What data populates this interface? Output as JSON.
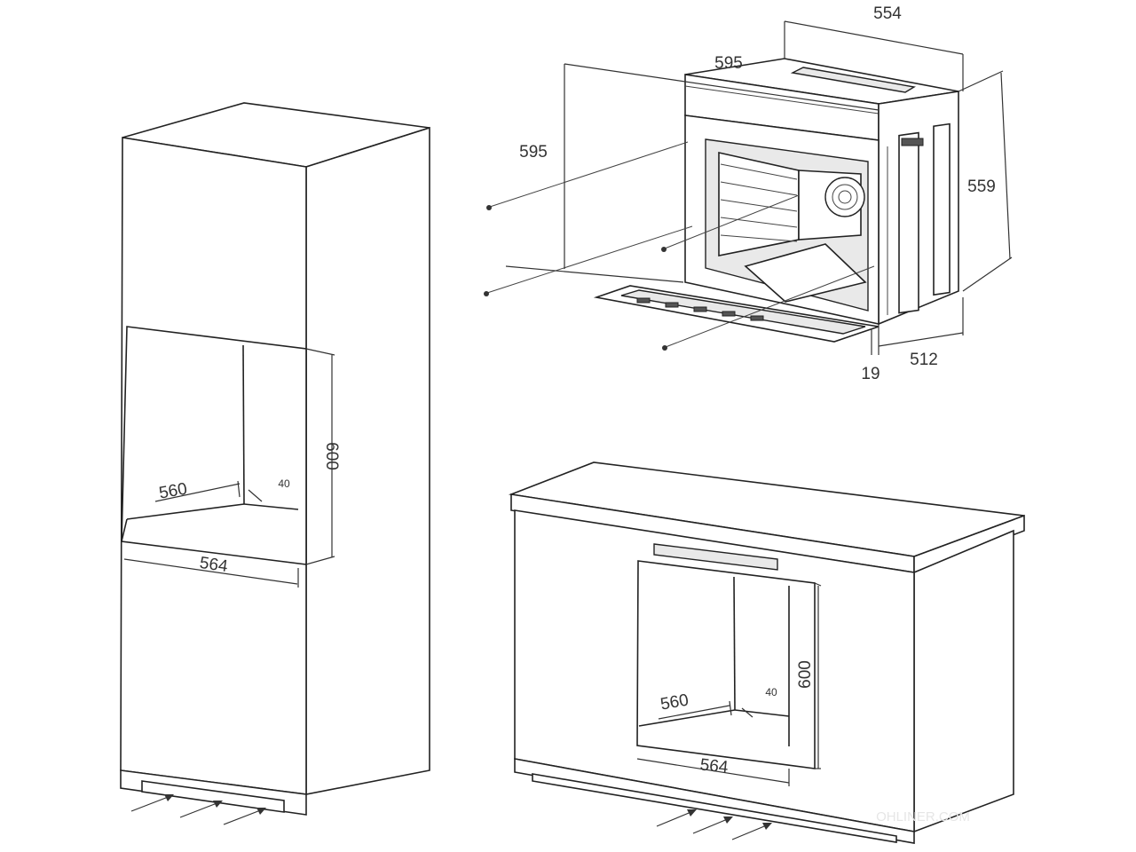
{
  "oven": {
    "dims": {
      "top_depth": "554",
      "top_width": "595",
      "height": "595",
      "body_height": "559",
      "door_thickness": "19",
      "body_depth": "512"
    }
  },
  "tall_cabinet": {
    "dims": {
      "niche_depth": "560",
      "gap": "40",
      "niche_height": "600",
      "niche_width": "564"
    }
  },
  "base_cabinet": {
    "dims": {
      "niche_depth": "560",
      "gap": "40",
      "niche_height": "600",
      "niche_width": "564"
    }
  },
  "watermark": "OHLINER.COM"
}
